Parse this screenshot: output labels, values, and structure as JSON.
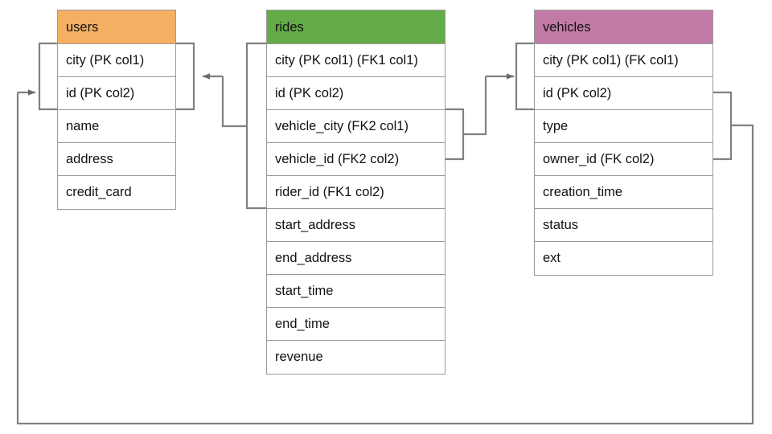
{
  "diagram": {
    "type": "entity-relationship-diagram",
    "background": "#ffffff",
    "line_color": "#808080"
  },
  "tables": [
    {
      "name": "users",
      "title": "users",
      "header_color": "#F5AF62",
      "columns": [
        {
          "label": "city (PK col1)"
        },
        {
          "label": "id (PK col2)"
        },
        {
          "label": "name"
        },
        {
          "label": "address"
        },
        {
          "label": "credit_card"
        }
      ]
    },
    {
      "name": "rides",
      "title": "rides",
      "header_color": "#64AC48",
      "columns": [
        {
          "label": "city (PK col1) (FK1 col1)"
        },
        {
          "label": "id (PK col2)"
        },
        {
          "label": "vehicle_city (FK2 col1)"
        },
        {
          "label": "vehicle_id (FK2 col2)"
        },
        {
          "label": "rider_id (FK1 col2)"
        },
        {
          "label": "start_address"
        },
        {
          "label": "end_address"
        },
        {
          "label": "start_time"
        },
        {
          "label": "end_time"
        },
        {
          "label": "revenue"
        }
      ]
    },
    {
      "name": "vehicles",
      "title": "vehicles",
      "header_color": "#C27BA6",
      "columns": [
        {
          "label": "city (PK col1) (FK col1)"
        },
        {
          "label": "id (PK col2)"
        },
        {
          "label": "type"
        },
        {
          "label": "owner_id (FK col2)"
        },
        {
          "label": "creation_time"
        },
        {
          "label": "status"
        },
        {
          "label": "ext"
        }
      ]
    }
  ],
  "relationships": [
    {
      "name": "rides-rider-to-users",
      "from_table": "rides",
      "from_columns": [
        "city (PK col1) (FK1 col1)",
        "rider_id (FK1 col2)"
      ],
      "to_table": "users",
      "to_columns": [
        "city (PK col1)",
        "id (PK col2)"
      ],
      "arrow": "to-users"
    },
    {
      "name": "rides-vehicle-to-vehicles",
      "from_table": "rides",
      "from_columns": [
        "vehicle_city (FK2 col1)",
        "vehicle_id (FK2 col2)"
      ],
      "to_table": "vehicles",
      "to_columns": [
        "city (PK col1) (FK col1)",
        "id (PK col2)"
      ],
      "arrow": "to-vehicles"
    },
    {
      "name": "vehicles-owner-to-users",
      "from_table": "vehicles",
      "from_columns": [
        "id (PK col2)",
        "owner_id (FK col2)"
      ],
      "to_table": "users",
      "to_columns": [
        "city (PK col1)",
        "id (PK col2)"
      ],
      "arrow": "to-users"
    }
  ]
}
